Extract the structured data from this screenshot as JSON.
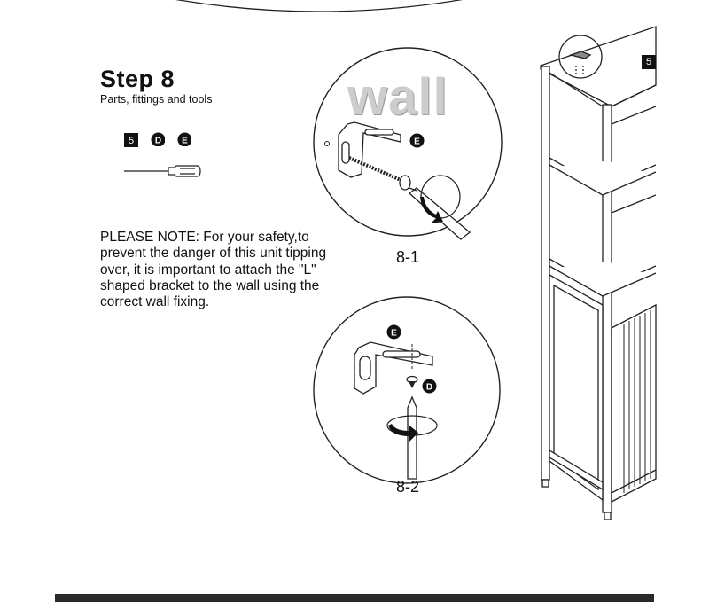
{
  "step": {
    "title": "Step 8",
    "subtitle": "Parts, fittings and tools"
  },
  "parts": {
    "badge_5": "5",
    "badge_d": "D",
    "badge_e": "E"
  },
  "note": "PLEASE NOTE: For your safety,to prevent the danger of this unit tipping over, it is important to attach the \"L\" shaped bracket to the wall using the correct wall fixing.",
  "figures": {
    "fig1_label": "8-1",
    "fig2_label": "8-2",
    "wall_word": "wall",
    "fig1_part": "E",
    "fig2_part_top": "E",
    "fig2_part_screw": "D"
  },
  "cabinet": {
    "badge": "5"
  },
  "icons": [
    "screwdriver-icon",
    "l-bracket-icon",
    "screw-icon",
    "rotation-arrow-icon"
  ]
}
